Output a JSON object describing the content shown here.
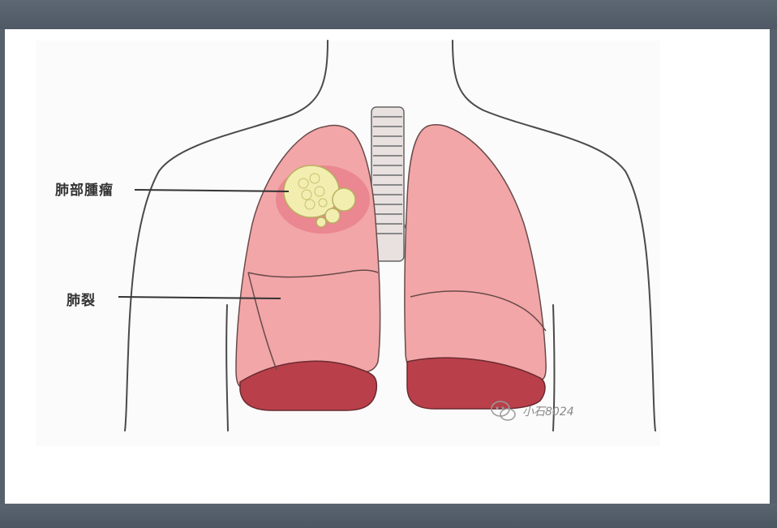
{
  "labels": {
    "tumor": "肺部腫瘤",
    "fissure": "肺裂"
  },
  "watermark": {
    "text": "小石8024",
    "icon": "wechat-icon"
  },
  "colors": {
    "frame": "#4a5561",
    "lung_fill": "#f2a6a8",
    "lung_base": "#b9404a",
    "tumor_fill": "#f2eeb0",
    "outline": "#4a4a4a"
  }
}
